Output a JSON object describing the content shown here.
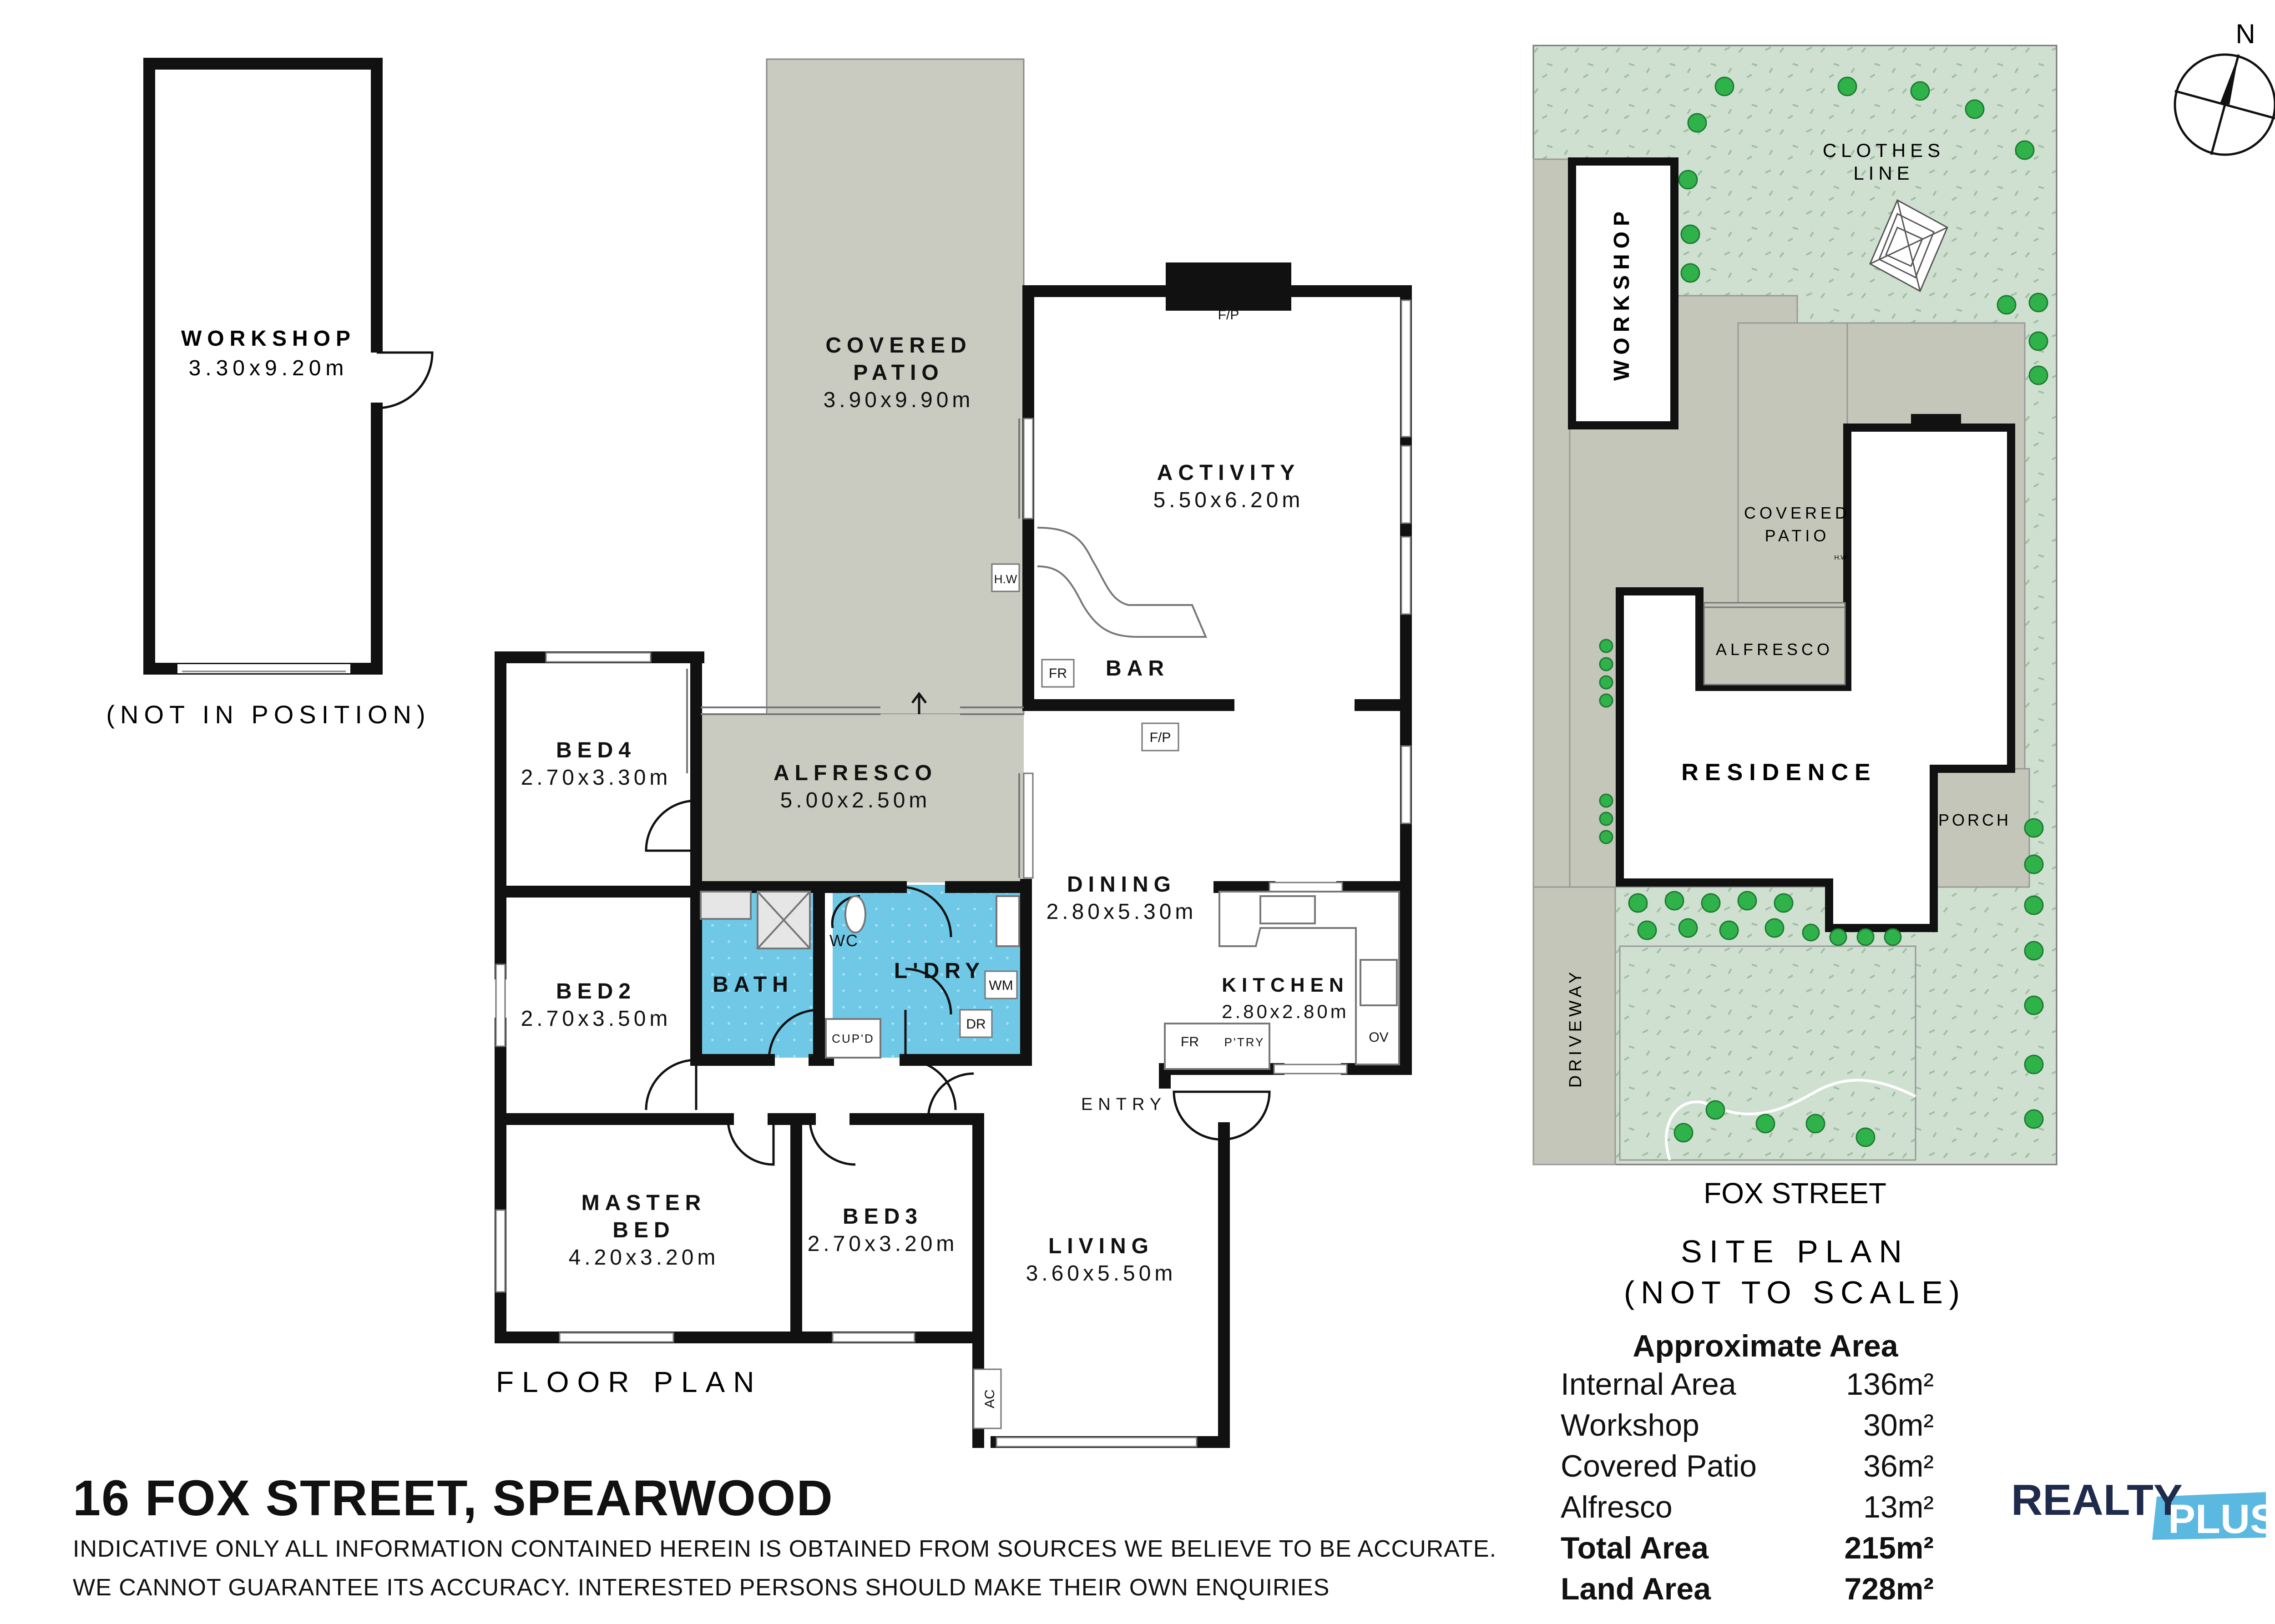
{
  "workshop_plan": {
    "label": "WORKSHOP",
    "dims": "3.30x9.20m",
    "note": "(NOT IN POSITION)"
  },
  "floor_plan": {
    "title": "FLOOR PLAN",
    "rooms": {
      "covered_patio": {
        "name1": "COVERED",
        "name2": "PATIO",
        "dims": "3.90x9.90m"
      },
      "activity": {
        "name": "ACTIVITY",
        "dims": "5.50x6.20m"
      },
      "bar": "BAR",
      "bed4": {
        "name": "BED4",
        "dims": "2.70x3.30m"
      },
      "alfresco": {
        "name": "ALFRESCO",
        "dims": "5.00x2.50m"
      },
      "dining": {
        "name": "DINING",
        "dims": "2.80x5.30m"
      },
      "bed2": {
        "name": "BED2",
        "dims": "2.70x3.50m"
      },
      "bath": "BATH",
      "wc": "WC",
      "laundry": "L'DRY",
      "kitchen": {
        "name": "KITCHEN",
        "dims": "2.80x2.80m"
      },
      "master_bed": {
        "name1": "MASTER",
        "name2": "BED",
        "dims": "4.20x3.20m"
      },
      "bed3": {
        "name": "BED3",
        "dims": "2.70x3.20m"
      },
      "living": {
        "name": "LIVING",
        "dims": "3.60x5.50m"
      },
      "entry": "ENTRY"
    },
    "fixtures": {
      "fp_top": "F/P",
      "fp_dining": "F/P",
      "hw": "H.W",
      "fr_bar": "FR",
      "wm": "WM",
      "dr": "DR",
      "cupd": "CUP'D",
      "fr_kitchen": "FR",
      "pantry": "P'TRY",
      "ov": "OV",
      "ac": "AC"
    }
  },
  "site_plan": {
    "workshop": "WORKSHOP",
    "clothes_line_1": "CLOTHES",
    "clothes_line_2": "LINE",
    "covered_patio_1": "COVERED",
    "covered_patio_2": "PATIO",
    "hw": "H.W",
    "alfresco": "ALFRESCO",
    "residence": "RESIDENCE",
    "porch": "PORCH",
    "driveway": "DRIVEWAY",
    "street": "FOX STREET",
    "title": "SITE PLAN",
    "subtitle": "(NOT TO SCALE)",
    "compass": "N"
  },
  "property": {
    "address": "16 FOX STREET, SPEARWOOD",
    "disclaimer_line1": "INDICATIVE ONLY ALL INFORMATION CONTAINED HEREIN IS OBTAINED FROM SOURCES WE BELIEVE TO BE ACCURATE.",
    "disclaimer_line2": "WE CANNOT GUARANTEE ITS ACCURACY. INTERESTED PERSONS SHOULD MAKE THEIR OWN ENQUIRIES"
  },
  "areas": {
    "heading": "Approximate Area",
    "rows": [
      {
        "label": "Internal Area",
        "value": "136m²"
      },
      {
        "label": "Workshop",
        "value": "30m²"
      },
      {
        "label": "Covered Patio",
        "value": "36m²"
      },
      {
        "label": "Alfresco",
        "value": "13m²"
      },
      {
        "label": "Total Area",
        "value": "215m²"
      },
      {
        "label": "Land Area",
        "value": "728m²"
      }
    ]
  },
  "brand": {
    "word1": "REALTY",
    "word2": "PLUS"
  },
  "colors": {
    "wall": "#111111",
    "patio": "#c9cbc0",
    "wet_area": "#6ec8e6",
    "garden": "#cfe0d0",
    "site_paving": "#c3c6b8",
    "brand_navy": "#1f2b4d",
    "brand_blue": "#5bb8e0"
  }
}
